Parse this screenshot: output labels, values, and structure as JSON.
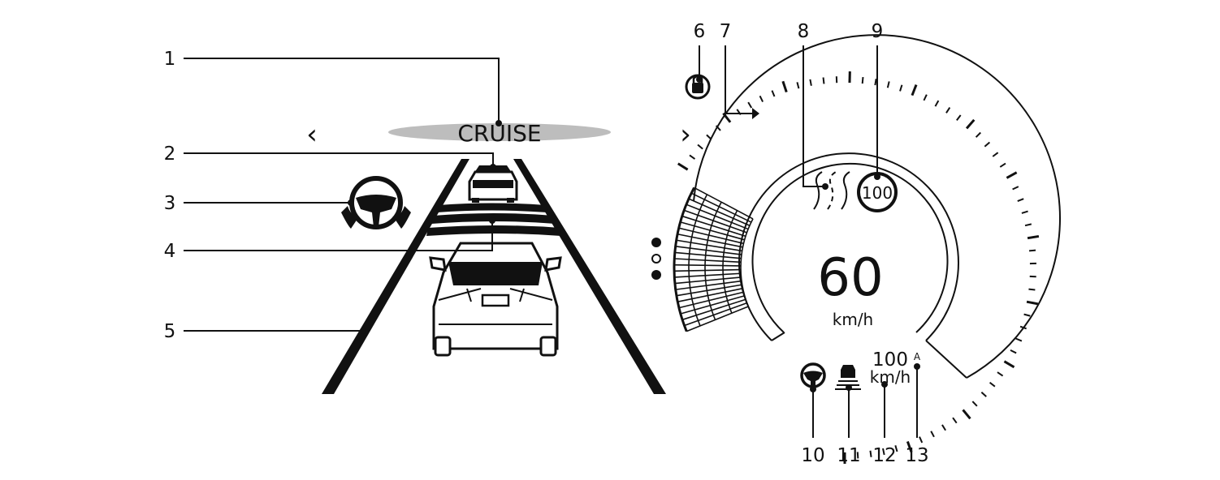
{
  "display": {
    "mode_label": "CRUISE",
    "nav_left": "‹",
    "nav_right": "›",
    "speed_value": "60",
    "speed_unit": "km/h",
    "limit_sign_value": "100",
    "set_speed_value": "100",
    "set_speed_unit": "km/h",
    "set_speed_suffix": "A",
    "page_indicator": {
      "count": 3,
      "active": [
        0,
        2
      ]
    }
  },
  "callouts": [
    "1",
    "2",
    "3",
    "4",
    "5",
    "6",
    "7",
    "8",
    "9",
    "10",
    "11",
    "12",
    "13"
  ],
  "icons": [
    "steering-assist-icon",
    "lead-vehicle-icon",
    "distance-bars-icon",
    "host-vehicle-icon",
    "lane-markers",
    "lock-status-icon",
    "speed-marker-icon",
    "traffic-sign-road-icon",
    "speed-limit-sign-icon",
    "set-speed-vehicle-icon"
  ],
  "colors": {
    "ink": "#111111",
    "highlight": "#bdbdbd",
    "background": "#ffffff"
  }
}
